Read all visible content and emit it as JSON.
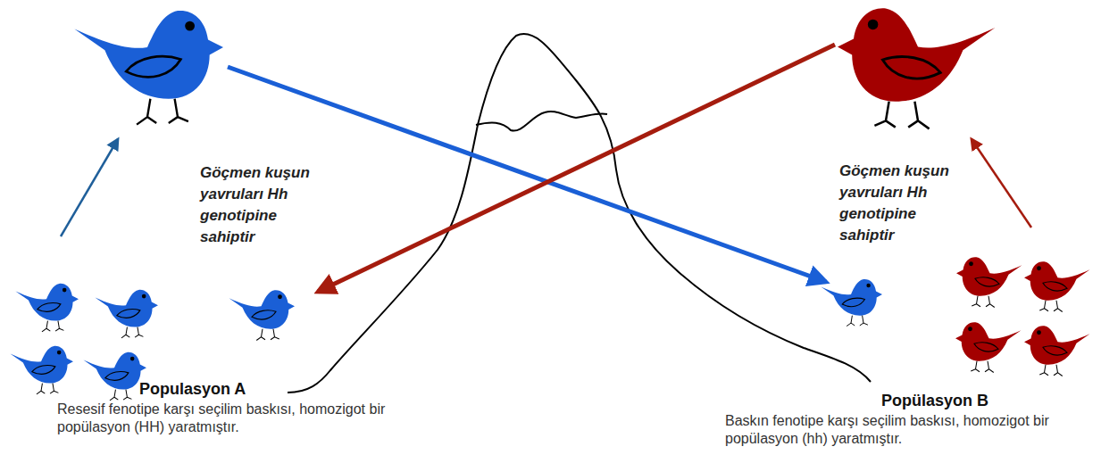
{
  "diagram": {
    "nodes": [
      {
        "text": [
          "Populasyon A",
          "Resesif fenotipe karşı seçilim baskısı, homozigot bir popülasyon (HH) yaratmıştır."
        ]
      },
      {
        "text": [
          "Popülasyon B",
          "Baskın fenotipe karşı seçilim baskısı, homozigot bir popülasyon (hh) yaratmıştır."
        ]
      }
    ],
    "labels": [
      "Göçmen kuşun yavruları Hh genotipine sahiptir",
      "Göçmen kuşun yavruları Hh genotipine sahiptir"
    ]
  }
}
